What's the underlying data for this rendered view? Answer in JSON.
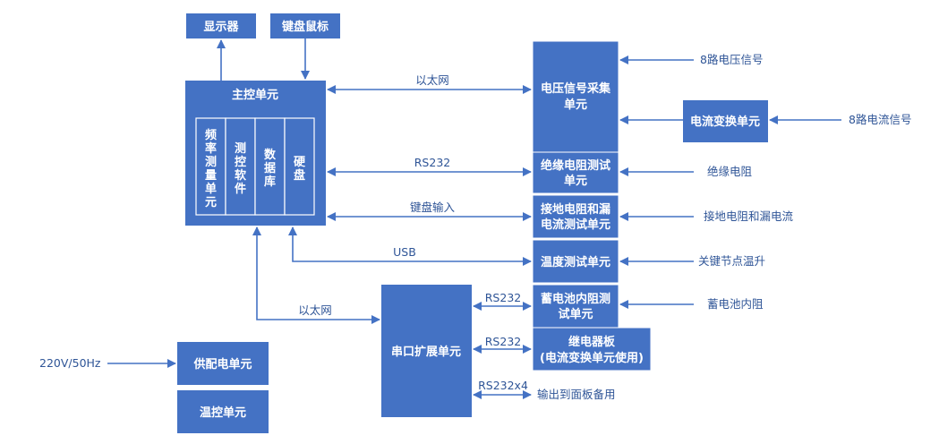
{
  "blocks": {
    "display": "显示器",
    "keyboard_mouse": "键盘鼠标",
    "main_control": "主控单元",
    "sub_freq": [
      "频",
      "率",
      "测",
      "量",
      "单",
      "元"
    ],
    "sub_ctrl_sw": [
      "测",
      "控",
      "软",
      "件"
    ],
    "sub_db": [
      "数",
      "据",
      "库"
    ],
    "sub_disk": [
      "硬",
      "盘"
    ],
    "voltage_acq_line1": "电压信号采集",
    "voltage_acq_line2": "单元",
    "current_conv": "电流变换单元",
    "insulation_line1": "绝缘电阻测试",
    "insulation_line2": "单元",
    "ground_line1": "接地电阻和漏",
    "ground_line2": "电流测试单元",
    "temperature": "温度测试单元",
    "battery_line1": "蓄电池内阻测",
    "battery_line2": "试单元",
    "relay_line1": "继电器板",
    "relay_line2": "(电流变换单元使用)",
    "serial_ext": "串口扩展单元",
    "power_supply": "供配电单元",
    "temp_ctrl": "温控单元"
  },
  "labels": {
    "ethernet_top": "以太网",
    "rs232_mid": "RS232",
    "kbd_input": "键盘输入",
    "usb": "USB",
    "ethernet_bottom": "以太网",
    "rs232_a": "RS232",
    "rs232_b": "RS232",
    "rs232x4": "RS232x4",
    "output_panel": "输出到面板备用",
    "volt_8ch": "8路电压信号",
    "curr_8ch": "8路电流信号",
    "insulation_in": "绝缘电阻",
    "ground_in": "接地电阻和漏电流",
    "key_node_temp": "关键节点温升",
    "battery_in": "蓄电池内阻",
    "power_in": "220V/50Hz"
  },
  "colors": {
    "block_fill": "#4472C4",
    "line": "#4472C4",
    "label_text": "#2F5597"
  }
}
